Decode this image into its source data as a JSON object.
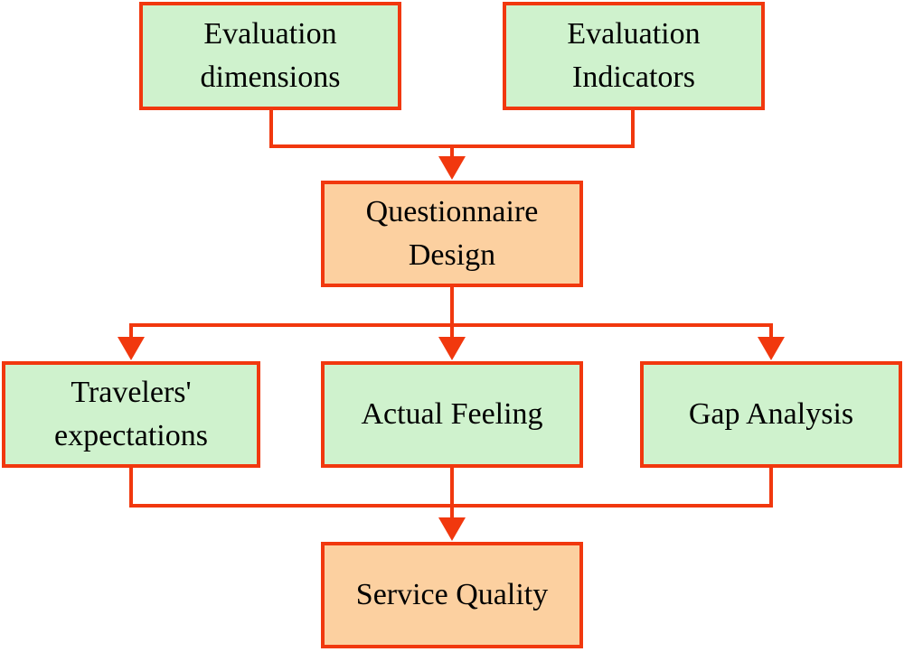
{
  "colors": {
    "line": "#f1380e",
    "green_fill": "#cff2cd",
    "orange_fill": "#fcd0a0",
    "text": "#000000",
    "bg": "#ffffff"
  },
  "nodes": {
    "evaluation_dimensions": {
      "label": "Evaluation dimensions",
      "fill": "green"
    },
    "evaluation_indicators": {
      "label": "Evaluation Indicators",
      "fill": "green"
    },
    "questionnaire_design": {
      "label": "Questionnaire Design",
      "fill": "orange"
    },
    "travelers_expectations": {
      "label": "Travelers' expectations",
      "fill": "green"
    },
    "actual_feeling": {
      "label": "Actual Feeling",
      "fill": "green"
    },
    "gap_analysis": {
      "label": "Gap Analysis",
      "fill": "green"
    },
    "service_quality": {
      "label": "Service Quality",
      "fill": "orange"
    }
  },
  "edges": [
    {
      "from": "evaluation_dimensions",
      "to": "questionnaire_design"
    },
    {
      "from": "evaluation_indicators",
      "to": "questionnaire_design"
    },
    {
      "from": "questionnaire_design",
      "to": "travelers_expectations"
    },
    {
      "from": "questionnaire_design",
      "to": "actual_feeling"
    },
    {
      "from": "questionnaire_design",
      "to": "gap_analysis"
    },
    {
      "from": "travelers_expectations",
      "to": "service_quality"
    },
    {
      "from": "actual_feeling",
      "to": "service_quality"
    },
    {
      "from": "gap_analysis",
      "to": "service_quality"
    }
  ]
}
